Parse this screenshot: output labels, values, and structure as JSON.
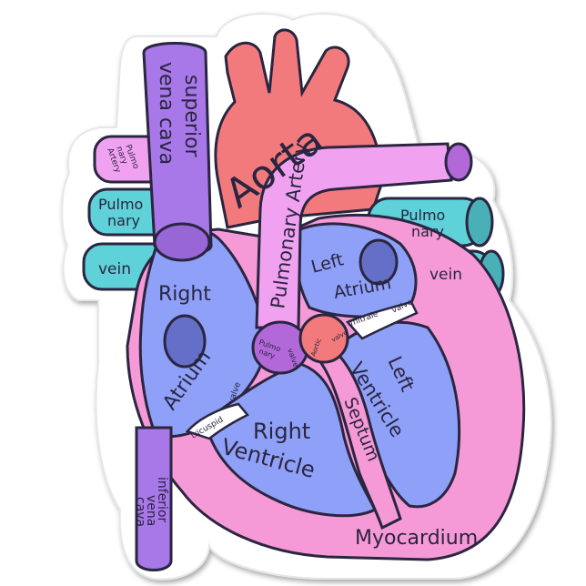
{
  "colors": {
    "aorta": "#f27a7c",
    "pulmonary_artery": "#f0a2f0",
    "superior_vena_cava": "#a877e8",
    "right_chambers": "#8ea0f7",
    "myocardium": "#f59ad6",
    "pulmonary_veins": "#5fd1d9",
    "outline": "#2a2540",
    "sticker_border": "#ffffff"
  },
  "labels": {
    "superior_vena_cava_1": "superior",
    "superior_vena_cava_2": "vena cava",
    "aorta": "Aorta",
    "pulmonary_artery": "Pulmonary Artery",
    "pulmonary_vein_left_top_1": "Pulmo",
    "pulmonary_vein_left_top_2": "nary",
    "pulmonary_vein_left_top_3": "Artery",
    "pulmonary_left_1": "Pulmo",
    "pulmonary_left_2": "nary",
    "vein_left": "vein",
    "pulmonary_right_1": "Pulmo",
    "pulmonary_right_2": "nary",
    "vein_right": "vein",
    "left_atrium_1": "Left",
    "left_atrium_2": "Atrium",
    "right_atrium_1": "Right",
    "right_atrium_2": "Atrium",
    "pulmonary_valve_1": "Pulmo",
    "pulmonary_valve_2": "nary",
    "pulmonary_valve_3": "valve",
    "aortic_valve_1": "Aortic",
    "aortic_valve_2": "valve",
    "mitral_valve_1": "mitrale",
    "mitral_valve_2": "valve",
    "tricuspid_valve_1": "tricuspid",
    "tricuspid_valve_2": "valve",
    "right_ventricle_1": "Right",
    "right_ventricle_2": "Ventricle",
    "left_ventricle_1": "Left",
    "left_ventricle_2": "Ventricle",
    "septum": "Septum",
    "myocardium": "Myocardium",
    "inferior_vena_cava_1": "inferior",
    "inferior_vena_cava_2": "vena",
    "inferior_vena_cava_3": "cava"
  }
}
